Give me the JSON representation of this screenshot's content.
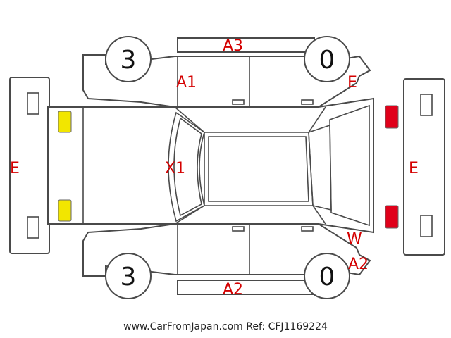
{
  "wheels": {
    "front_left": "3",
    "front_right": "3",
    "rear_left": "0",
    "rear_right": "0"
  },
  "damage_codes": {
    "roof_top": "A3",
    "left_front_door": "A1",
    "rear_left_quarter": "E",
    "front_bumper": "E",
    "rear_bumper": "E",
    "windshield": "X1",
    "rear_right_w": "W",
    "rear_right_a": "A2",
    "right_side_bottom": "A2"
  },
  "light_colors": {
    "front": "#f2e600",
    "rear": "#e0001a"
  },
  "footer": {
    "text": "www.CarFromJapan.com Ref: CFJ1169224"
  }
}
